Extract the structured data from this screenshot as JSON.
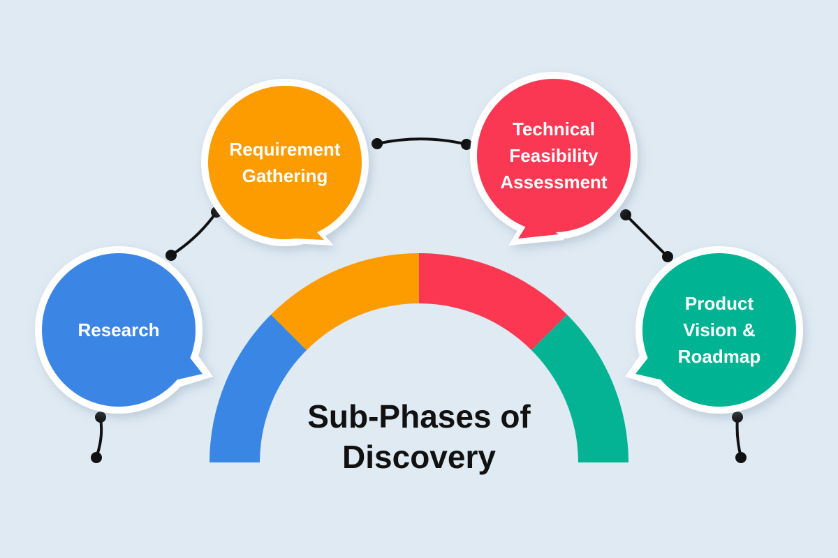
{
  "title": "Sub-Phases of\nDiscovery",
  "phases": [
    {
      "label": "Research",
      "color": "#3a86e4"
    },
    {
      "label": "Requirement\nGathering",
      "color": "#fd9c00"
    },
    {
      "label": "Technical\nFeasibility\nAssessment",
      "color": "#fb3752"
    },
    {
      "label": "Product\nVision &\nRoadmap",
      "color": "#03b393"
    }
  ],
  "colors": {
    "background": "#dfeaf3",
    "bubble_border": "#ffffff",
    "connector": "#111111"
  }
}
